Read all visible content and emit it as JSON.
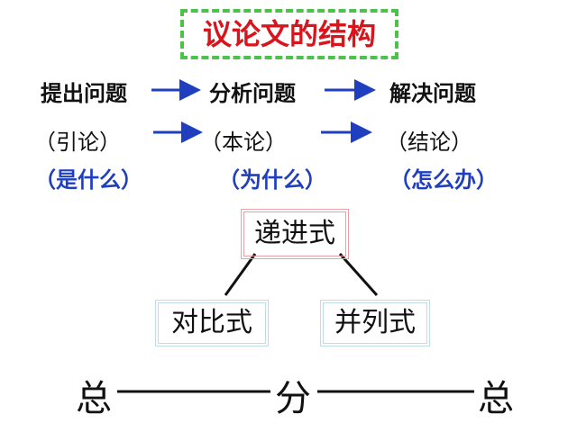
{
  "title": "议论文的结构",
  "row1": [
    "提出问题",
    "分析问题",
    "解决问题"
  ],
  "row2": [
    "（引论）",
    "（本论）",
    "（结论）"
  ],
  "row3": [
    "（是什么）",
    "（为什么）",
    "（怎么办）"
  ],
  "tree": {
    "top": "递进式",
    "left": "对比式",
    "right": "并列式"
  },
  "bottom": {
    "left": "总",
    "middle": "分",
    "right": "总"
  },
  "colors": {
    "title": "#d8141c",
    "title_border": "#4cc24c",
    "blue": "#1f3fbf",
    "pink": "#e8a0a6",
    "lightblue": "#bcdde6"
  }
}
